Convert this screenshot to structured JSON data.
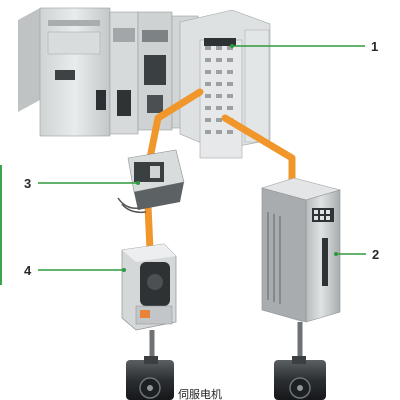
{
  "callouts": [
    {
      "id": "1",
      "text": "1"
    },
    {
      "id": "2",
      "text": "2"
    },
    {
      "id": "3",
      "text": "3"
    },
    {
      "id": "4",
      "text": "4"
    }
  ],
  "motor_caption": "伺服电机",
  "colors": {
    "callout_line": "#2e9a3e",
    "cable": "#f0962a",
    "left_bar": "#3aa64a"
  },
  "icons": [
    "plc-rack",
    "io-module",
    "interface-adapter",
    "servo-drive",
    "frequency-drive",
    "servo-motor"
  ]
}
